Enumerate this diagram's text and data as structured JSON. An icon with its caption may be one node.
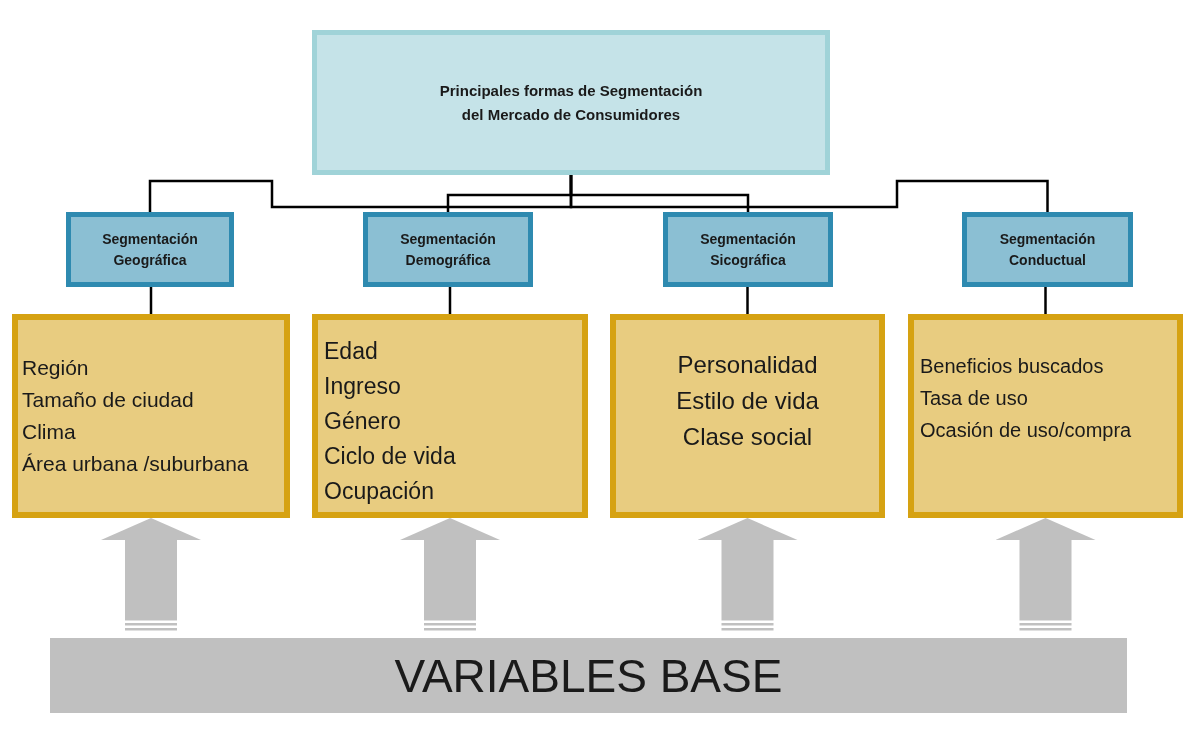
{
  "diagram": {
    "nodes": [
      {
        "text": [
          "Principales formas de Segmentación del Mercado de Consumidores"
        ]
      },
      {
        "text": [
          "Segmentación Geográfica"
        ]
      },
      {
        "text": [
          "Segmentación Demográfica"
        ]
      },
      {
        "text": [
          "Segmentación Sicográfica"
        ]
      },
      {
        "text": [
          "Segmentación Conductual"
        ]
      },
      {
        "text": [
          "Región",
          "Tamaño de ciudad",
          "Clima",
          "Área urbana /suburbana"
        ]
      },
      {
        "text": [
          "Edad",
          "Ingreso",
          "Género",
          "Ciclo de vida",
          "Ocupación"
        ]
      },
      {
        "text": [
          "Personalidad",
          "Estilo de vida",
          "Clase social"
        ]
      },
      {
        "text": [
          "Beneficios buscados",
          "Tasa de uso",
          "Ocasión de uso/compra"
        ]
      },
      {
        "text": [
          "VARIABLES BASE"
        ]
      }
    ],
    "edges": [
      {
        "from": 0,
        "to": 1,
        "arrow": "none"
      },
      {
        "from": 0,
        "to": 2,
        "arrow": "none"
      },
      {
        "from": 0,
        "to": 3,
        "arrow": "none"
      },
      {
        "from": 0,
        "to": 4,
        "arrow": "none"
      },
      {
        "from": 1,
        "to": 5,
        "arrow": "none"
      },
      {
        "from": 2,
        "to": 6,
        "arrow": "none"
      },
      {
        "from": 3,
        "to": 7,
        "arrow": "none"
      },
      {
        "from": 4,
        "to": 8,
        "arrow": "none"
      },
      {
        "from": 9,
        "to": 5,
        "arrow": "to",
        "style": "thick",
        "color": "#c0c0c0"
      },
      {
        "from": 9,
        "to": 6,
        "arrow": "to",
        "style": "thick",
        "color": "#c0c0c0"
      },
      {
        "from": 9,
        "to": 7,
        "arrow": "to",
        "style": "thick",
        "color": "#c0c0c0"
      },
      {
        "from": 9,
        "to": 8,
        "arrow": "to",
        "style": "thick",
        "color": "#c0c0c0"
      }
    ]
  }
}
